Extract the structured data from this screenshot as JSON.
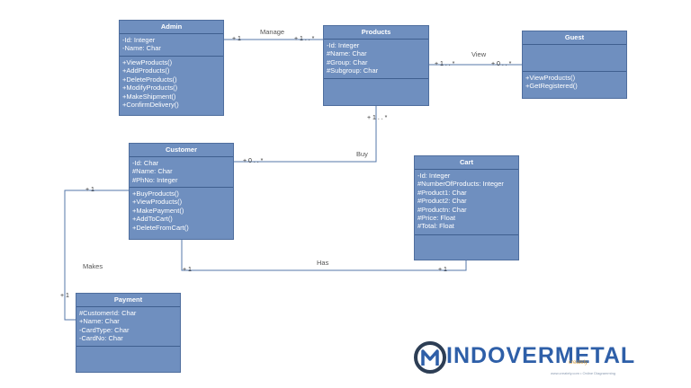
{
  "classes": {
    "admin": {
      "name": "Admin",
      "attributes": [
        "-Id: Integer",
        "-Name: Char"
      ],
      "operations": [
        "+ViewProducts()",
        "+AddProducts()",
        "+DeleteProducts()",
        "+ModifyProducts()",
        "+MakeShipment()",
        "+ConfirmDelivery()"
      ]
    },
    "products": {
      "name": "Products",
      "attributes": [
        "-Id: Integer",
        "#Name: Char",
        "#Group: Char",
        "#Subgroup: Char"
      ],
      "operations": []
    },
    "guest": {
      "name": "Guest",
      "attributes": [],
      "operations": [
        "+ViewProducts()",
        "+GetRegistered()"
      ]
    },
    "customer": {
      "name": "Customer",
      "attributes": [
        "-Id: Char",
        "#Name: Char",
        "#PhNo: Integer"
      ],
      "operations": [
        "+BuyProducts()",
        "+ViewProducts()",
        "+MakePayment()",
        "+AddToCart()",
        "+DeleteFromCart()"
      ]
    },
    "cart": {
      "name": "Cart",
      "attributes": [
        "-Id: Integer",
        "#NumberOfProducts: Integer",
        "#Product1: Char",
        "#Product2: Char",
        "#Productn: Char",
        "#Price: Float",
        "#Total: Float"
      ],
      "operations": []
    },
    "payment": {
      "name": "Payment",
      "attributes": [
        "#CustomerId: Char",
        "+Name: Char",
        "-CardType: Char",
        "-CardNo: Char"
      ],
      "operations": []
    }
  },
  "relations": {
    "manage": {
      "label": "Manage",
      "from_mult": "+ 1",
      "to_mult": "+ 1 . . *"
    },
    "view": {
      "label": "View",
      "from_mult": "+ 1 . . *",
      "to_mult": "+ 0 . . *"
    },
    "buy": {
      "label": "Buy",
      "from_mult": "+ 1 . . *",
      "to_mult": "+ 0 . . *"
    },
    "has": {
      "label": "Has",
      "from_mult": "+ 1",
      "to_mult": "+ 1"
    },
    "makes": {
      "label": "Makes",
      "from_mult": "+ 1",
      "to_mult": "+ 1"
    }
  },
  "logo": {
    "text": "INDOVERMETAL",
    "sub": "creately",
    "tiny": "www.creately.com • Online Diagramming",
    "colors": {
      "primary": "#2e5fa8",
      "dark": "#2d3e55"
    }
  },
  "colors": {
    "class_fill": "#6f8fbf",
    "class_border": "#4f6e9e",
    "connector": "#5577aa"
  }
}
